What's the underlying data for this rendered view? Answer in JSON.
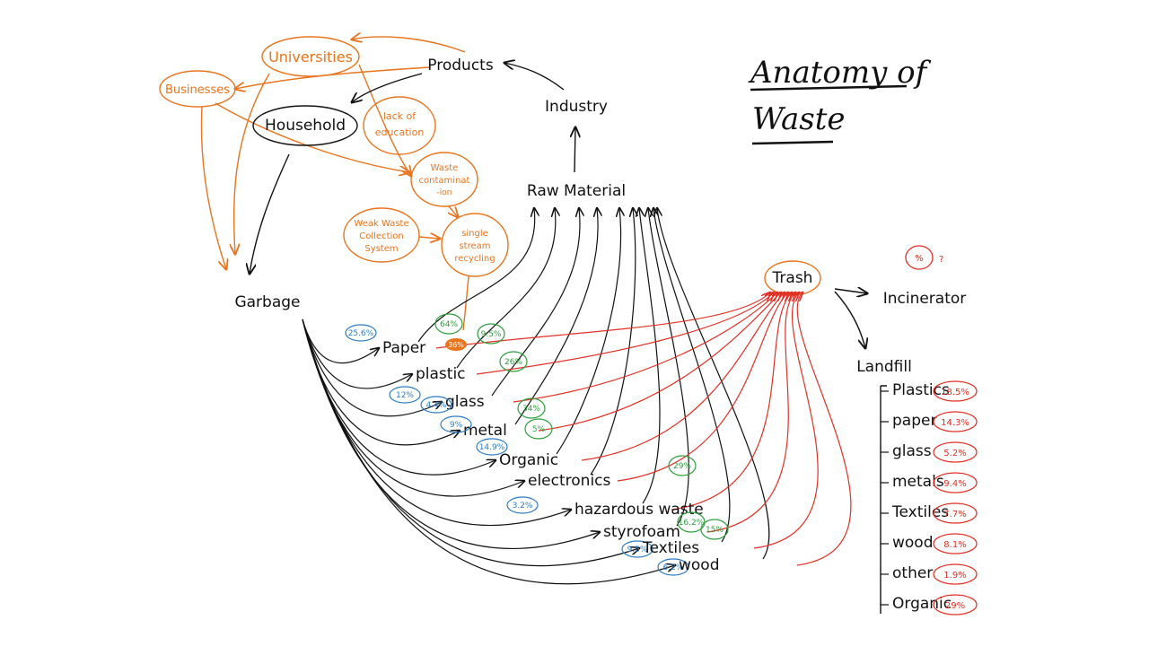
{
  "title": {
    "line1": "Anatomy of",
    "line2": "Waste"
  },
  "colors": {
    "orange": "#e8741e",
    "black": "#111111",
    "red": "#e03026",
    "blue": "#2b7cc4",
    "green": "#2e9e3e"
  },
  "nodes": {
    "universities": "Universities",
    "businesses": "Businesses",
    "household": "Household",
    "lack_of_education": [
      "lack of",
      "education"
    ],
    "waste_contamination": [
      "Waste",
      "contaminat",
      "-ion"
    ],
    "weak_waste": [
      "Weak Waste",
      "Collection",
      "System"
    ],
    "single_stream": [
      "single",
      "stream",
      "recycling"
    ],
    "products": "Products",
    "industry": "Industry",
    "raw_material": "Raw Material",
    "garbage": "Garbage",
    "trash": "Trash",
    "incinerator": "Incinerator",
    "incinerator_pct": "%",
    "incinerator_q": "?",
    "landfill": "Landfill"
  },
  "categories": [
    {
      "label": "Paper",
      "blue": "25.6%",
      "green": "64%",
      "orange": "36%"
    },
    {
      "label": "plastic",
      "blue": "12%",
      "green": "9.5%"
    },
    {
      "label": "glass",
      "blue": "4.4%",
      "green": "26%"
    },
    {
      "label": "metal",
      "blue": "9%",
      "green": "34%"
    },
    {
      "label": "Organic",
      "blue": "14.9%",
      "green": "5%"
    },
    {
      "label": "electronics",
      "blue": "3.2%",
      "green": "29%"
    },
    {
      "label": "hazardous waste"
    },
    {
      "label": "styrofoam",
      "blue": "9.5%",
      "green": "16.2%"
    },
    {
      "label": "Textiles",
      "blue": "6.2%",
      "green": "15%"
    },
    {
      "label": "wood"
    }
  ],
  "landfill_items": [
    {
      "label": "Plastics",
      "value": "18.5%"
    },
    {
      "label": "paper",
      "value": "14.3%"
    },
    {
      "label": "glass",
      "value": "5.2%"
    },
    {
      "label": "metals",
      "value": "9.4%"
    },
    {
      "label": "Textiles",
      "value": "7.7%"
    },
    {
      "label": "wood",
      "value": "8.1%"
    },
    {
      "label": "other",
      "value": "1.9%"
    },
    {
      "label": "Organic",
      "value": "29%"
    }
  ]
}
